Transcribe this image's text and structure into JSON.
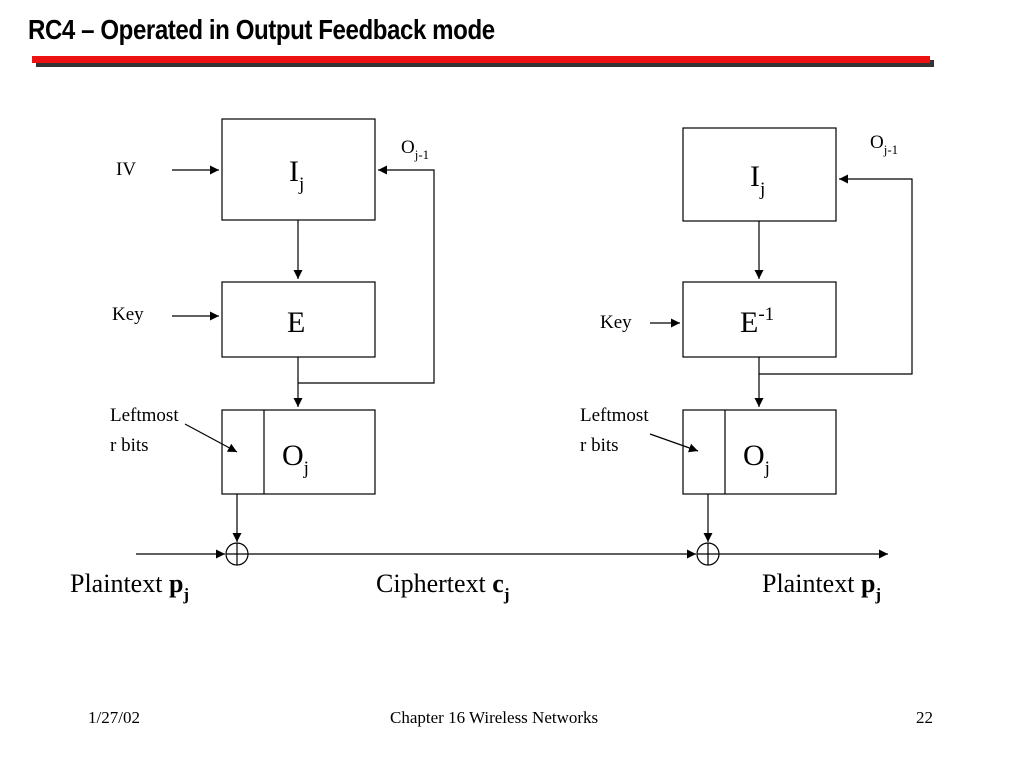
{
  "slide": {
    "title": "RC4 – Operated in Output Feedback mode",
    "accent_color": "#ee1111"
  },
  "diagram": {
    "left": {
      "input_iv": "IV",
      "key": "Key",
      "feedback": {
        "base": "O",
        "sub": "j-1"
      },
      "register": {
        "base": "I",
        "sub": "j"
      },
      "cipher": {
        "base": "E",
        "sup": ""
      },
      "leftmost_line1": "Leftmost",
      "leftmost_line2": "r bits",
      "output": {
        "base": "O",
        "sub": "j"
      }
    },
    "right": {
      "key": "Key",
      "feedback": {
        "base": "O",
        "sub": "j-1"
      },
      "register": {
        "base": "I",
        "sub": "j"
      },
      "cipher": {
        "base": "E",
        "sup": "-1"
      },
      "leftmost_line1": "Leftmost",
      "leftmost_line2": "r bits",
      "output": {
        "base": "O",
        "sub": "j"
      }
    },
    "xor_symbol": "⊕",
    "labels": {
      "plaintext_left": {
        "text": "Plaintext ",
        "var": "p",
        "sub": "j"
      },
      "ciphertext": {
        "text": "Ciphertext ",
        "var": "c",
        "sub": "j"
      },
      "plaintext_right": {
        "text": "Plaintext ",
        "var": "p",
        "sub": "j"
      }
    }
  },
  "footer": {
    "date": "1/27/02",
    "chapter": "Chapter 16 Wireless Networks",
    "page": "22"
  }
}
